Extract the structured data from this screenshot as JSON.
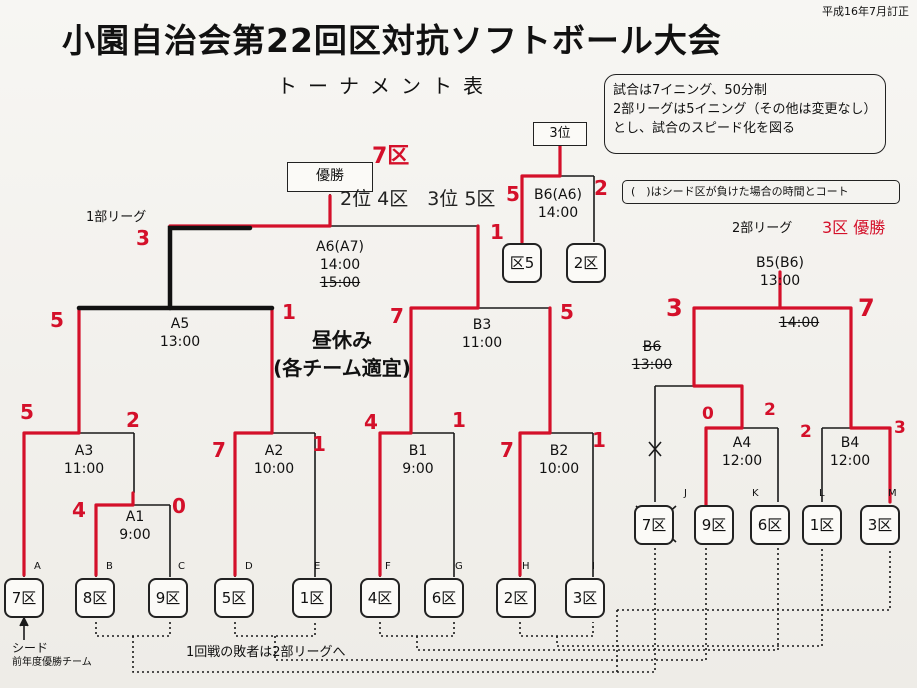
{
  "header": {
    "title": "小園自治会第22回区対抗ソフトボール大会",
    "subtitle": "トーナメント表",
    "revised": "平成16年7月訂正"
  },
  "rules": {
    "line1": "試合は7イニング、50分制",
    "line2": "2部リーグは5イニング（その他は変更なし）",
    "line3": "とし、試合のスピード化を図る"
  },
  "note": "(　)はシード区が負けた場合の時間とコート",
  "labels": {
    "champion": "優勝",
    "third": "3位",
    "league1": "1部リーグ",
    "league2": "2部リーグ",
    "lunch_line1": "昼休み",
    "lunch_line2": "(各チーム適宜)",
    "seed": "シード",
    "seed_note": "前年度優勝チーム",
    "losers_note": "1回戦の敗者は2部リーグへ"
  },
  "matches": {
    "a1": {
      "name": "A1",
      "time": "9:00"
    },
    "a2": {
      "name": "A2",
      "time": "10:00"
    },
    "a3": {
      "name": "A3",
      "time": "11:00"
    },
    "a5": {
      "name": "A5",
      "time": "13:00"
    },
    "a6": {
      "name": "A6(A7)",
      "time": "14:00",
      "old_time": "15:00"
    },
    "b1": {
      "name": "B1",
      "time": "9:00"
    },
    "b2": {
      "name": "B2",
      "time": "10:00"
    },
    "b3": {
      "name": "B3",
      "time": "11:00"
    },
    "b6": {
      "name": "B6(A6)",
      "time": "14:00"
    },
    "a4": {
      "name": "A4",
      "time": "12:00"
    },
    "b4": {
      "name": "B4",
      "time": "12:00"
    },
    "b5": {
      "name": "B5(B6)",
      "time": "13:00",
      "old_time": "14:00"
    },
    "b5x": {
      "name": "B6",
      "old_time": "13:00"
    }
  },
  "slots": [
    "A",
    "B",
    "C",
    "D",
    "E",
    "F",
    "G",
    "H",
    "I",
    "J",
    "K",
    "L",
    "M"
  ],
  "teams": {
    "a": "7区",
    "b": "8区",
    "c": "9区",
    "d": "5区",
    "e": "1区",
    "f": "4区",
    "g": "6区",
    "h": "2区",
    "i": "3区",
    "j": "7区",
    "k": "9区",
    "l": "6区",
    "m": "1区",
    "n": "3区",
    "third1": "区5",
    "third2": "2区"
  },
  "handwritten": {
    "champion": "7区",
    "ranking": "2位 4区　3位 5区",
    "league2_winner": "3区 優勝",
    "s_a6_left": "3",
    "s_a6_right": "1",
    "s_a5_left": "5",
    "s_a5_right": "1",
    "s_a3_left": "5",
    "s_a3_right": "2",
    "s_a1_left": "4",
    "s_a1_right": "0",
    "s_a2_left": "7",
    "s_a2_right": "1",
    "s_b3_left": "7",
    "s_b3_right": "5",
    "s_b1_left": "4",
    "s_b1_right": "1",
    "s_b2_left": "7",
    "s_b2_right": "1",
    "s_b6_left": "5",
    "s_b6_right": "2",
    "s_b5_left": "3",
    "s_b5_right": "7",
    "s_a4_left": "0",
    "s_a4_right": "2",
    "s_b4_left": "2",
    "s_b4_right": "3"
  },
  "colors": {
    "ink": "#111111",
    "marker": "#d4102a",
    "paper": "#f4f2ee"
  }
}
